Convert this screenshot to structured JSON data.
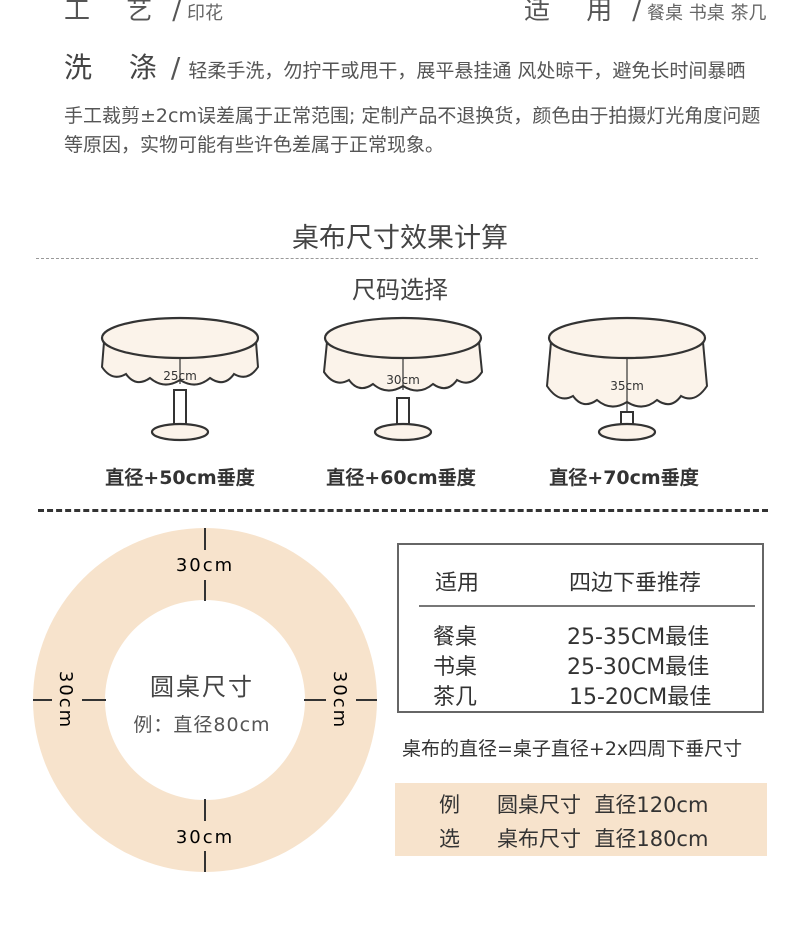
{
  "specs": {
    "craft_label": "工 艺",
    "craft_value": "印花",
    "usage_label": "适 用",
    "usage_value": "餐桌 书桌 茶几",
    "wash_label": "洗 涤",
    "wash_value": "轻柔手洗，勿拧干或甩干，展平悬挂通 风处晾干，避免长时间暴晒",
    "slash": "/"
  },
  "note": "手工裁剪±2cm误差属于正常范围; 定制产品不退换货，颜色由于拍摄灯光角度问题等原因，实物可能有些许色差属于正常现象。",
  "section_title": "桌布尺寸效果计算",
  "size_select_title": "尺码选择",
  "tables": [
    {
      "drop": "25cm",
      "caption": "直径+50cm垂度"
    },
    {
      "drop": "30cm",
      "caption": "直径+60cm垂度"
    },
    {
      "drop": "35cm",
      "caption": "直径+70cm垂度"
    }
  ],
  "ring": {
    "top": "30cm",
    "bottom": "30cm",
    "left": "30cm",
    "right": "30cm",
    "center_title": "圆桌尺寸",
    "center_example": "例：直径80cm"
  },
  "recommend": {
    "col1": "适用",
    "col2": "四边下垂推荐",
    "rows": [
      {
        "use": "餐桌",
        "range": "25-35CM最佳"
      },
      {
        "use": "书桌",
        "range": "25-30CM最佳"
      },
      {
        "use": "茶几",
        "range": "15-20CM最佳"
      }
    ]
  },
  "formula": "桌布的直径=桌子直径+2x四周下垂尺寸",
  "example": {
    "row1_key": "例",
    "row1_val": "圆桌尺寸  直径120cm",
    "row2_key": "选",
    "row2_val": "桌布尺寸  直径180cm"
  },
  "colors": {
    "ring_fill": "#f7e3cc",
    "cloth_fill": "#fbf3ea",
    "highlight_box": "#f7e3cc"
  }
}
